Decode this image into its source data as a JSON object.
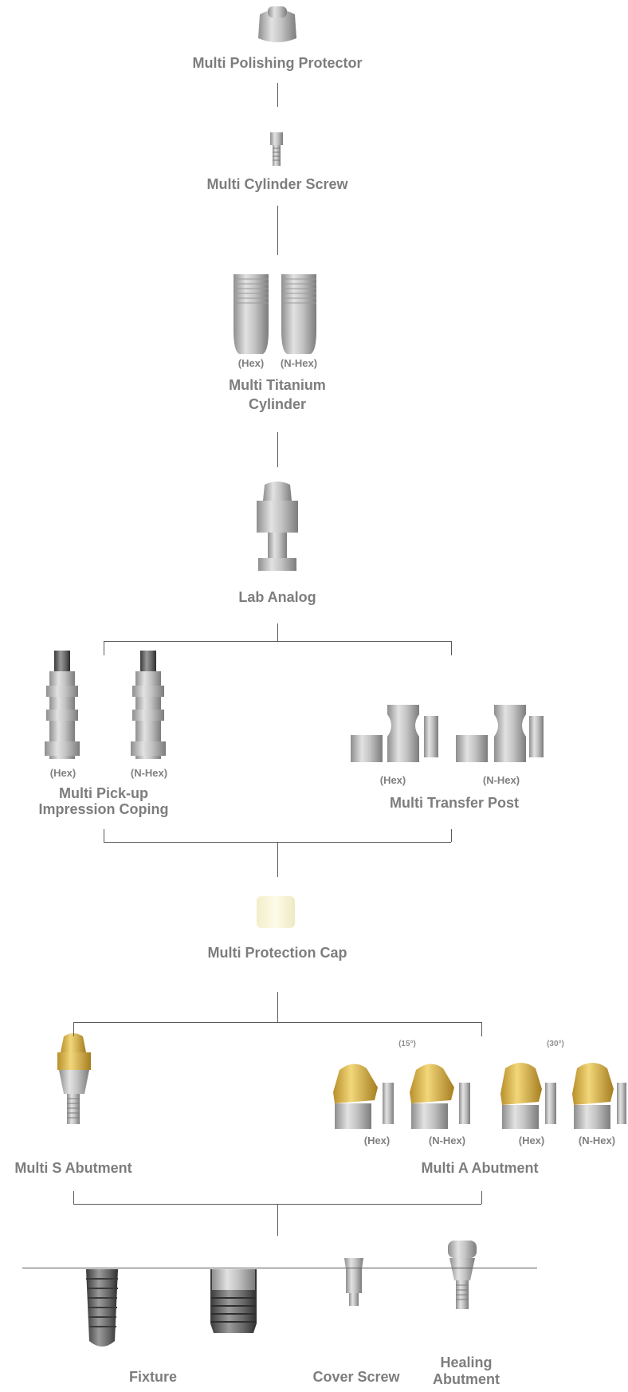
{
  "components": {
    "polishing_protector": "Multi Polishing Protector",
    "cylinder_screw": "Multi Cylinder Screw",
    "titanium_cylinder_line1": "Multi Titanium",
    "titanium_cylinder_line2": "Cylinder",
    "lab_analog": "Lab Analog",
    "pickup_coping_line1": "Multi Pick-up",
    "pickup_coping_line2": "Impression Coping",
    "transfer_post": "Multi Transfer Post",
    "protection_cap": "Multi Protection Cap",
    "s_abutment": "Multi S Abutment",
    "a_abutment": "Multi A Abutment",
    "fixture": "Fixture",
    "cover_screw": "Cover Screw",
    "healing_line1": "Healing",
    "healing_line2": "Abutment"
  },
  "variants": {
    "hex": "(Hex)",
    "nhex": "(N-Hex)",
    "angle15": "(15°)",
    "angle30": "(30°)"
  }
}
